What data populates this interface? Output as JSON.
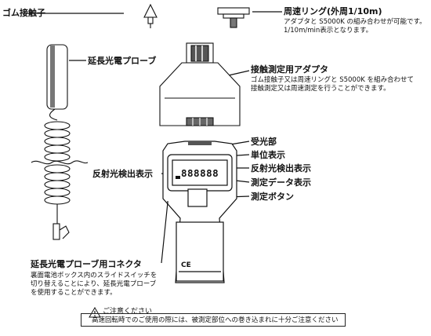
{
  "labels": {
    "rubber_tip": "ゴム接触子",
    "circumference_ring": "周速リング(外周1/10m)",
    "ring_note_1": "アダプタと S5000K の組み合わせが可能です。",
    "ring_note_2": "1/10m/min表示となります。",
    "probe": "延長光電プローブ",
    "adapter": "接触測定用アダプタ",
    "adapter_note_1": "ゴム接触子又は周速リングと S5000K を組み合わせて",
    "adapter_note_2": "接触測定又は周速測定を行うことができます。",
    "receiver": "受光部",
    "unit_display": "単位表示",
    "reflect_left": "反射光検出表示",
    "reflect_right": "反射光検出表示",
    "data_display": "測定データ表示",
    "measure_button": "測定ボタン",
    "connector": "延長光電プローブ用コネクタ",
    "connector_note_1": "裏面電池ボックス内のスライドスイッチを",
    "connector_note_2": "切り替えることにより、延長光電プローブ",
    "connector_note_3": "を使用することができます。"
  },
  "display": {
    "value": "888888",
    "ce_mark": "CE"
  },
  "caution": {
    "title": "ご注意ください",
    "text": "高速回転時でのご使用の際には、被測定部位への巻き込まれに十分ご注意ください"
  }
}
